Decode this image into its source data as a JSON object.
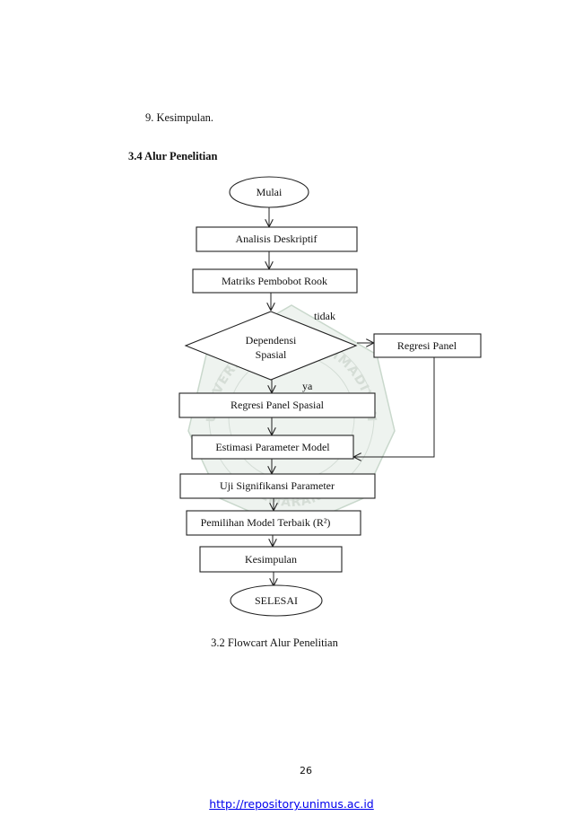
{
  "document": {
    "list_item": "9.   Kesimpulan.",
    "section_heading": "3.4  Alur Penelitian",
    "caption": "3.2 Flowcart Alur Penelitian",
    "page_number": "26",
    "footer_link": "http://repository.unimus.ac.id"
  },
  "watermark": {
    "top_text": "UNIVERSITAS MUHAMMADIYAH",
    "bottom_text": "SEMARANG"
  },
  "flowchart": {
    "start": "Mulai",
    "descriptive": "Analisis Deskriptif",
    "weight_matrix": "Matriks Pembobot Rook",
    "decision_line1": "Dependensi",
    "decision_line2": "Spasial",
    "label_no": "tidak",
    "label_yes": "ya",
    "panel_regression": "Regresi Panel",
    "spatial_panel_regression": "Regresi Panel Spasial",
    "estimation": "Estimasi Parameter Model",
    "significance_test": "Uji Signifikansi Parameter",
    "model_selection": "Pemilihan Model Terbaik (R²)",
    "conclusion": "Kesimpulan",
    "end": "SELESAI"
  }
}
